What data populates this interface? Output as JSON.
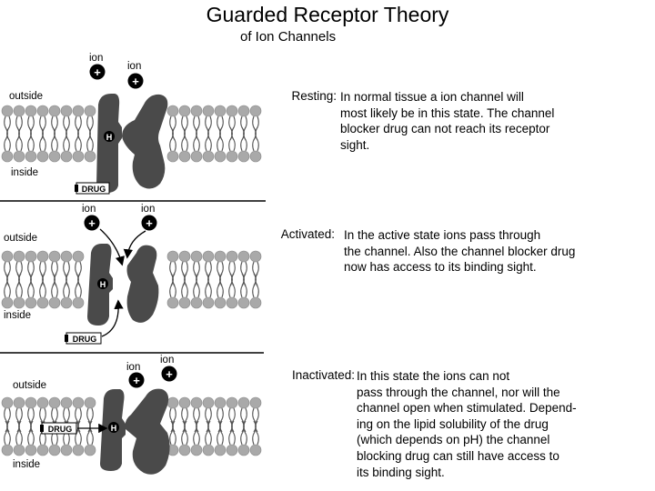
{
  "title": "Guarded Receptor Theory",
  "subtitle": "of Ion Channels",
  "labels": {
    "outside": "outside",
    "inside": "inside",
    "ion": "ion",
    "drug": "DRUG",
    "charge": "+",
    "receptor": "H"
  },
  "states": [
    {
      "name": "Resting:",
      "lines": [
        "In normal tissue a ion channel will",
        "most likely be in this state.  The channel",
        "blocker drug can not reach its receptor",
        "sight."
      ]
    },
    {
      "name": "Activated:",
      "lines": [
        "In the active state ions pass through",
        "the channel.  Also the channel blocker drug",
        "now has access to its binding sight."
      ]
    },
    {
      "name": "Inactivated:",
      "lines": [
        "In this state the ions can not",
        "pass through the channel, nor will the",
        "channel open when stimulated.  Depend-",
        "ing on the lipid solubility of the drug",
        "(which depends on pH) the channel",
        "blocking drug can still have access to",
        "its binding sight."
      ]
    }
  ]
}
